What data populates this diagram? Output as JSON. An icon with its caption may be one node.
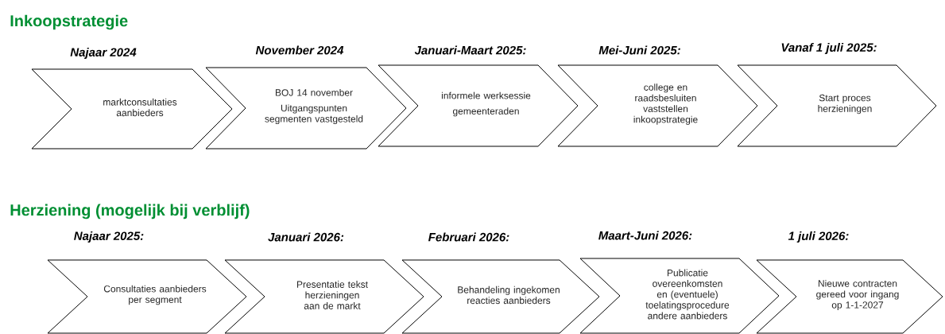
{
  "diagram": {
    "nodes": [
      {
        "text": [
          "Najaar 2024",
          "marktconsultaties aanbieders"
        ]
      },
      {
        "text": [
          "November 2024",
          "BOJ 14 november",
          "Uitgangspunten segmenten vastgesteld"
        ]
      },
      {
        "text": [
          "Januari-Maart  2025:",
          "informele werksessie",
          "gemeenteraden"
        ]
      },
      {
        "text": [
          "Mei-Juni 2025:",
          "college en raadsbesluiten vaststellen inkoopstrategie"
        ]
      },
      {
        "text": [
          "Vanaf 1 juli 2025:",
          "Start proces herzieningen"
        ]
      },
      {
        "text": [
          "Najaar 2025:",
          "Consultaties aanbieders per segment"
        ]
      },
      {
        "text": [
          "Januari 2026:",
          "Presentatie tekst herzieningen aan de markt"
        ]
      },
      {
        "text": [
          "Februari 2026:",
          "Behandeling ingekomen reacties aanbieders"
        ]
      },
      {
        "text": [
          "Maart-Juni 2026:",
          "Publicatie overeenkomsten en (eventuele) toelatingsprocedure andere aanbieders"
        ]
      },
      {
        "text": [
          "1 juli 2026:",
          "Nieuwe contracten gereed voor ingang op 1-1-2027"
        ]
      }
    ],
    "labels": [
      "Inkoopstrategie",
      "Herziening (mogelijk bij verblijf)"
    ]
  }
}
